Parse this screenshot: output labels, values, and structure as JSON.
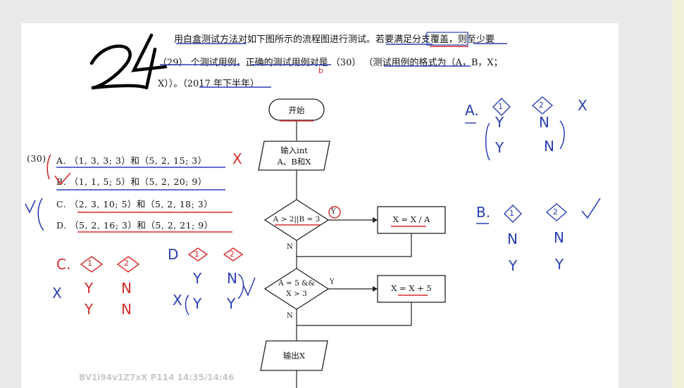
{
  "question": {
    "line1": "用白盒测试方法对如下图所示的流程图进行测试。若要满足分支覆盖，则至少要",
    "line2": "（29）   个测试用例，正确的测试用例对是   （30）   （测试用例的格式为（A，B，X；",
    "line3": "X））。（2017 年下半年）"
  },
  "options": {
    "prefix": "(30)",
    "a": "A.  （1, 3, 3; 3）和（5, 2, 15; 3）",
    "b": "B.  （1, 1, 5; 5）和（5, 2, 20; 9）",
    "c": "C.  （2, 3, 10; 5）和（5, 2, 18; 3）",
    "d": "D.  （5, 2, 16; 3）和（5, 2, 21; 9）"
  },
  "flowchart": {
    "start": "开始",
    "input_line1": "输入int",
    "input_line2": "A、B和X",
    "decision1": "A > 2||B = 3",
    "process1": "X = X / A",
    "decision2_line1": "A = 5 &&",
    "decision2_line2": "X > 3",
    "process2": "X = X + 5",
    "output": "输出X",
    "label_yes": "Y",
    "label_no": "N"
  },
  "annotations": {
    "big_number": "24",
    "mark_x": "X",
    "a_label": "A.",
    "a_c1": "1",
    "a_c2": "2",
    "a_col1": [
      "Y",
      "Y"
    ],
    "a_col2": [
      "N",
      "N"
    ],
    "b_label": "B.",
    "b_col1": [
      "N",
      "Y"
    ],
    "b_col2": [
      "N",
      "Y"
    ],
    "c_label": "C.",
    "c_x": "X",
    "c_col1": [
      "Y",
      "Y"
    ],
    "c_col2": [
      "N",
      "N"
    ],
    "d_label": "D",
    "d_x": "X",
    "d_col1": [
      "Y",
      "Y"
    ],
    "d_col2": [
      "N",
      "Y"
    ],
    "ans_b": "b"
  },
  "watermark": "BV1i94v1Z7xX P114 14:35/14:46",
  "colors": {
    "blue_ink": "#2a3fb5",
    "red_ink": "#d82a2a",
    "black_ink": "#000000"
  }
}
